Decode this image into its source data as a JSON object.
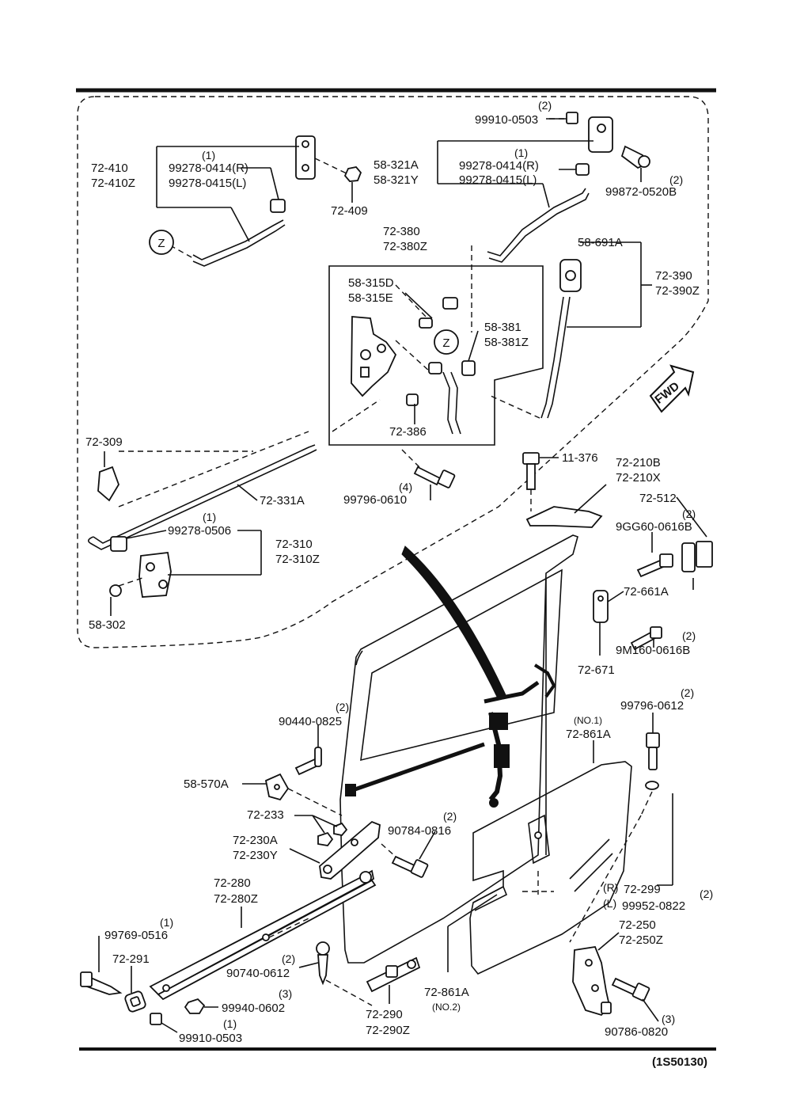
{
  "diagram": {
    "figure_id": "(1S50130)",
    "fwd_label": "FWD",
    "callout_z": "Z",
    "labels": {
      "q_99910_0503_top": "(2)",
      "p_99910_0503_top": "99910-0503",
      "p_72_410": "72-410",
      "p_72_410z": "72-410Z",
      "q_99278_left": "(1)",
      "p_99278_0414_left": "99278-0414(R)",
      "p_99278_0415_left": "99278-0415(L)",
      "p_72_409": "72-409",
      "p_58_321a": "58-321A",
      "p_58_321y": "58-321Y",
      "q_99278_right": "(1)",
      "p_99278_0414_right": "99278-0414(R)",
      "p_99278_0415_right": "99278-0415(L)",
      "q_99872": "(2)",
      "p_99872_0520b": "99872-0520B",
      "p_72_380": "72-380",
      "p_72_380z": "72-380Z",
      "p_58_315d": "58-315D",
      "p_58_315e": "58-315E",
      "p_58_381": "58-381",
      "p_58_381z": "58-381Z",
      "p_58_691a": "58-691A",
      "p_72_390": "72-390",
      "p_72_390z": "72-390Z",
      "p_72_386": "72-386",
      "p_72_309": "72-309",
      "p_11_376": "11-376",
      "p_72_210b": "72-210B",
      "p_72_210x": "72-210X",
      "q_99796_0610": "(4)",
      "p_99796_0610": "99796-0610",
      "p_72_331a": "72-331A",
      "p_72_512": "72-512",
      "q_9gg60": "(2)",
      "p_9gg60_0616b": "9GG60-0616B",
      "q_99278_0506": "(1)",
      "p_99278_0506": "99278-0506",
      "p_72_310": "72-310",
      "p_72_310z": "72-310Z",
      "p_72_661a": "72-661A",
      "p_58_302": "58-302",
      "q_9m160": "(2)",
      "p_9m160_0616b": "9M160-0616B",
      "p_72_671": "72-671",
      "q_99796_0612": "(2)",
      "p_99796_0612": "99796-0612",
      "q_90440": "(2)",
      "p_90440_0825": "90440-0825",
      "no1": "(NO.1)",
      "p_72_861a_top": "72-861A",
      "p_58_570a": "58-570A",
      "p_72_233": "72-233",
      "q_90784": "(2)",
      "p_90784_0816": "90784-0816",
      "p_72_230a": "72-230A",
      "p_72_230y": "72-230Y",
      "r_mark": "(R)",
      "p_72_299": "72-299",
      "q_99952": "(2)",
      "l_mark": "(L)",
      "p_99952_0822": "99952-0822",
      "p_72_280": "72-280",
      "p_72_280z": "72-280Z",
      "q_99769": "(1)",
      "p_99769_0516": "99769-0516",
      "p_72_250": "72-250",
      "p_72_250z": "72-250Z",
      "p_72_291": "72-291",
      "q_90740": "(2)",
      "p_90740_0612": "90740-0612",
      "p_72_861a_bottom": "72-861A",
      "no2": "(NO.2)",
      "q_99940": "(3)",
      "p_99940_0602": "99940-0602",
      "q_99910_bottom": "(1)",
      "p_99910_0503_bottom": "99910-0503",
      "p_72_290": "72-290",
      "p_72_290z": "72-290Z",
      "q_90786": "(3)",
      "p_90786_0820": "90786-0820"
    }
  }
}
